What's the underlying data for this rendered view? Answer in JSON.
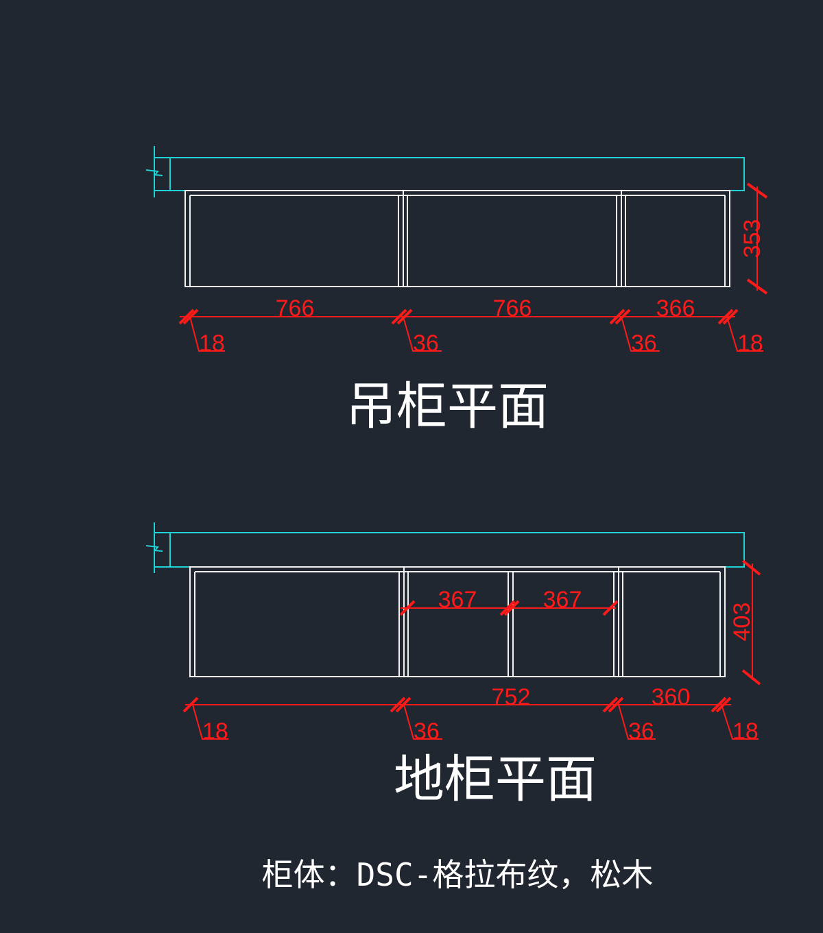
{
  "wall_cabinet": {
    "title": "吊柜平面",
    "dims": {
      "w1": "766",
      "w2": "766",
      "w3": "366",
      "side_left": "18",
      "mid1": "36",
      "mid2": "36",
      "side_right": "18",
      "depth": "353"
    }
  },
  "floor_cabinet": {
    "title": "地柜平面",
    "dims": {
      "inner1": "367",
      "inner2": "367",
      "w2": "752",
      "w3": "360",
      "side_left": "18",
      "mid1": "36",
      "mid2": "36",
      "side_right": "18",
      "depth": "403"
    }
  },
  "note": "柜体：DSC-格拉布纹，松木",
  "colors": {
    "background": "#212730",
    "wall": "#1fd3d6",
    "cabinet": "#f2f2f2",
    "dimension": "#ff1a1a"
  }
}
